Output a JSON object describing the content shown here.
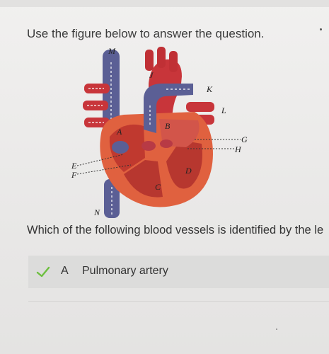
{
  "prompt": "Use the figure below to answer the question.",
  "figure": {
    "labels": {
      "M": "M",
      "J": "J",
      "K": "K",
      "L": "L",
      "A": "A",
      "B": "B",
      "G": "G",
      "H": "H",
      "E": "E",
      "F": "F",
      "D": "D",
      "C": "C",
      "N": "N"
    }
  },
  "question": "Which of the following blood vessels is identified by the le",
  "answer": {
    "letter": "A",
    "text": "Pulmonary artery",
    "status": "correct"
  },
  "colors": {
    "accent_check": "#6cbf3e",
    "vein_blue": "#5b5f95",
    "artery_red": "#c8353a",
    "heart_muscle": "#e0613f"
  }
}
